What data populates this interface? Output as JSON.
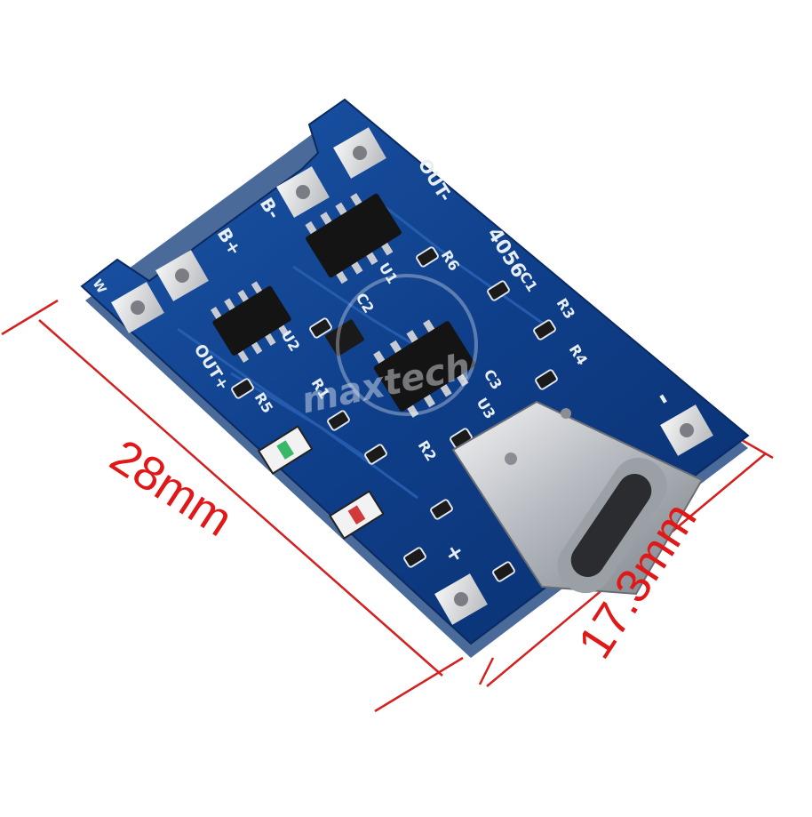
{
  "dimensions": {
    "length_label": "28mm",
    "width_label": "17.3mm",
    "line_color": "#d42020"
  },
  "board": {
    "color": "#0f3f8a",
    "chip_label": "4056",
    "labels": {
      "out_minus": "OUT-",
      "out_plus": "OUT+",
      "b_minus": "B-",
      "b_plus": "B+",
      "minus": "-",
      "plus": "+",
      "w": "W",
      "u1": "U1",
      "u2": "U2",
      "u3": "U3",
      "r1": "R1",
      "r2": "R2",
      "r3": "R3",
      "r4": "R4",
      "r5": "R5",
      "r6": "R6",
      "c1": "C1",
      "c2": "C2",
      "c3": "C3"
    }
  },
  "watermark": {
    "text": "maxtech"
  },
  "icons": [
    "usb-type-c-connector-icon",
    "ic-chip-icon",
    "led-icon",
    "solder-pad-icon"
  ]
}
